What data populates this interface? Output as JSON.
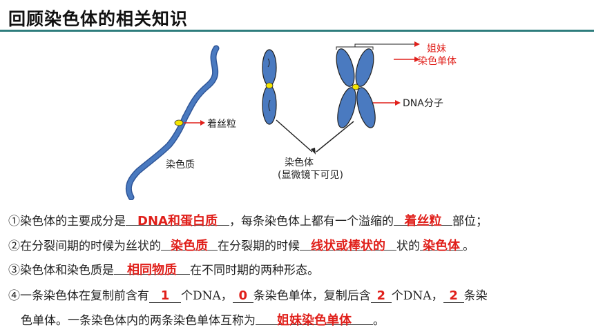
{
  "title": "回顾染色体的相关知识",
  "diagram": {
    "label_centromere": "着丝粒",
    "label_chromatin": "染色质",
    "label_sister": "姐妹",
    "label_sister2": "染色单体",
    "label_dna": "DNA分子",
    "label_chromosome": "染色体",
    "label_visible": "(显微镜下可见)"
  },
  "q1": {
    "p1": "①染色体的主要成分是",
    "a1": "DNA和蛋白质",
    "p2": "，每条染色体上都有一个溢缩的",
    "a2": "着丝粒",
    "p3": "部位；"
  },
  "q2": {
    "p1": "②在分裂间期的时候为丝状的",
    "a1": "染色质",
    "p2": "在分裂期的时候",
    "a2": "线状或棒状的",
    "p3": "状的",
    "a3": "染色体",
    "p4": "。"
  },
  "q3": {
    "p1": "③染色体和染色质是",
    "a1": "相同物质",
    "p2": "在不同时期的两种形态。"
  },
  "q4": {
    "p1": "④一条染色体在复制前含有",
    "a1": "1",
    "p2": "个DNA，",
    "a2": "0",
    "p3": "条染色单体，复制后含",
    "a3": "2",
    "p4": "个DNA，",
    "a4": "2",
    "p5": "条染",
    "p6": "色单体。一条染色体内的两条染色单体互称为",
    "a5": "姐妹染色单体",
    "p7": "。"
  }
}
